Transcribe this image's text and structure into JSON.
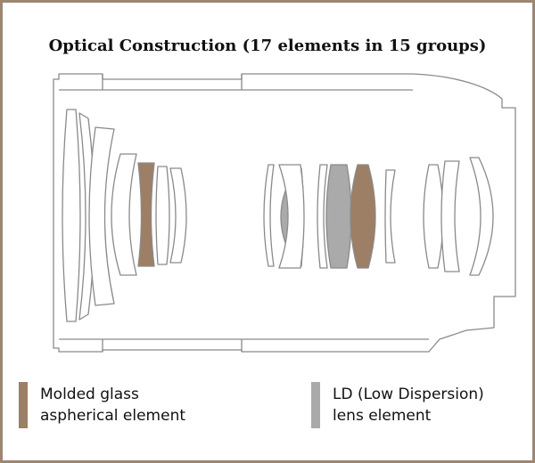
{
  "title": "Optical Construction (17 elements in 15 groups)",
  "colors": {
    "frame": "#9b8672",
    "outline": "#8a8a8a",
    "molded_aspherical": "#9d7f65",
    "ld_element": "#aaaaaa"
  },
  "legend": [
    {
      "kind": "molded_aspherical",
      "line1": "Molded glass",
      "line2": "aspherical element"
    },
    {
      "kind": "ld_element",
      "line1": "LD (Low Dispersion)",
      "line2": "lens element"
    }
  ]
}
